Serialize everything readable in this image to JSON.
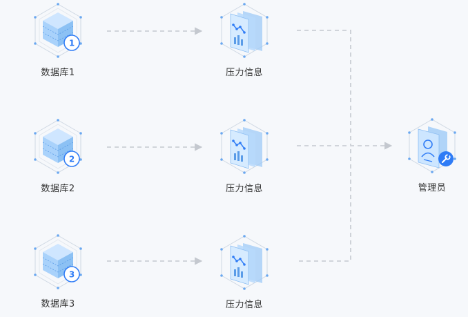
{
  "databases": [
    {
      "label": "数据库1",
      "badge": "1"
    },
    {
      "label": "数据库2",
      "badge": "2"
    },
    {
      "label": "数据库3",
      "badge": "3"
    }
  ],
  "pressures": [
    {
      "label": "压力信息"
    },
    {
      "label": "压力信息"
    },
    {
      "label": "压力信息"
    }
  ],
  "admin": {
    "label": "管理员"
  },
  "colors": {
    "accent": "#2f7cf6",
    "connector": "#c4c8cf",
    "cube_light": "#d9ecff",
    "cube_dark": "#8fc3f5"
  },
  "icons": {
    "database": "database-cube-icon",
    "pressure": "pressure-layers-icon",
    "admin": "admin-profile-icon",
    "wrench": "wrench-icon"
  }
}
